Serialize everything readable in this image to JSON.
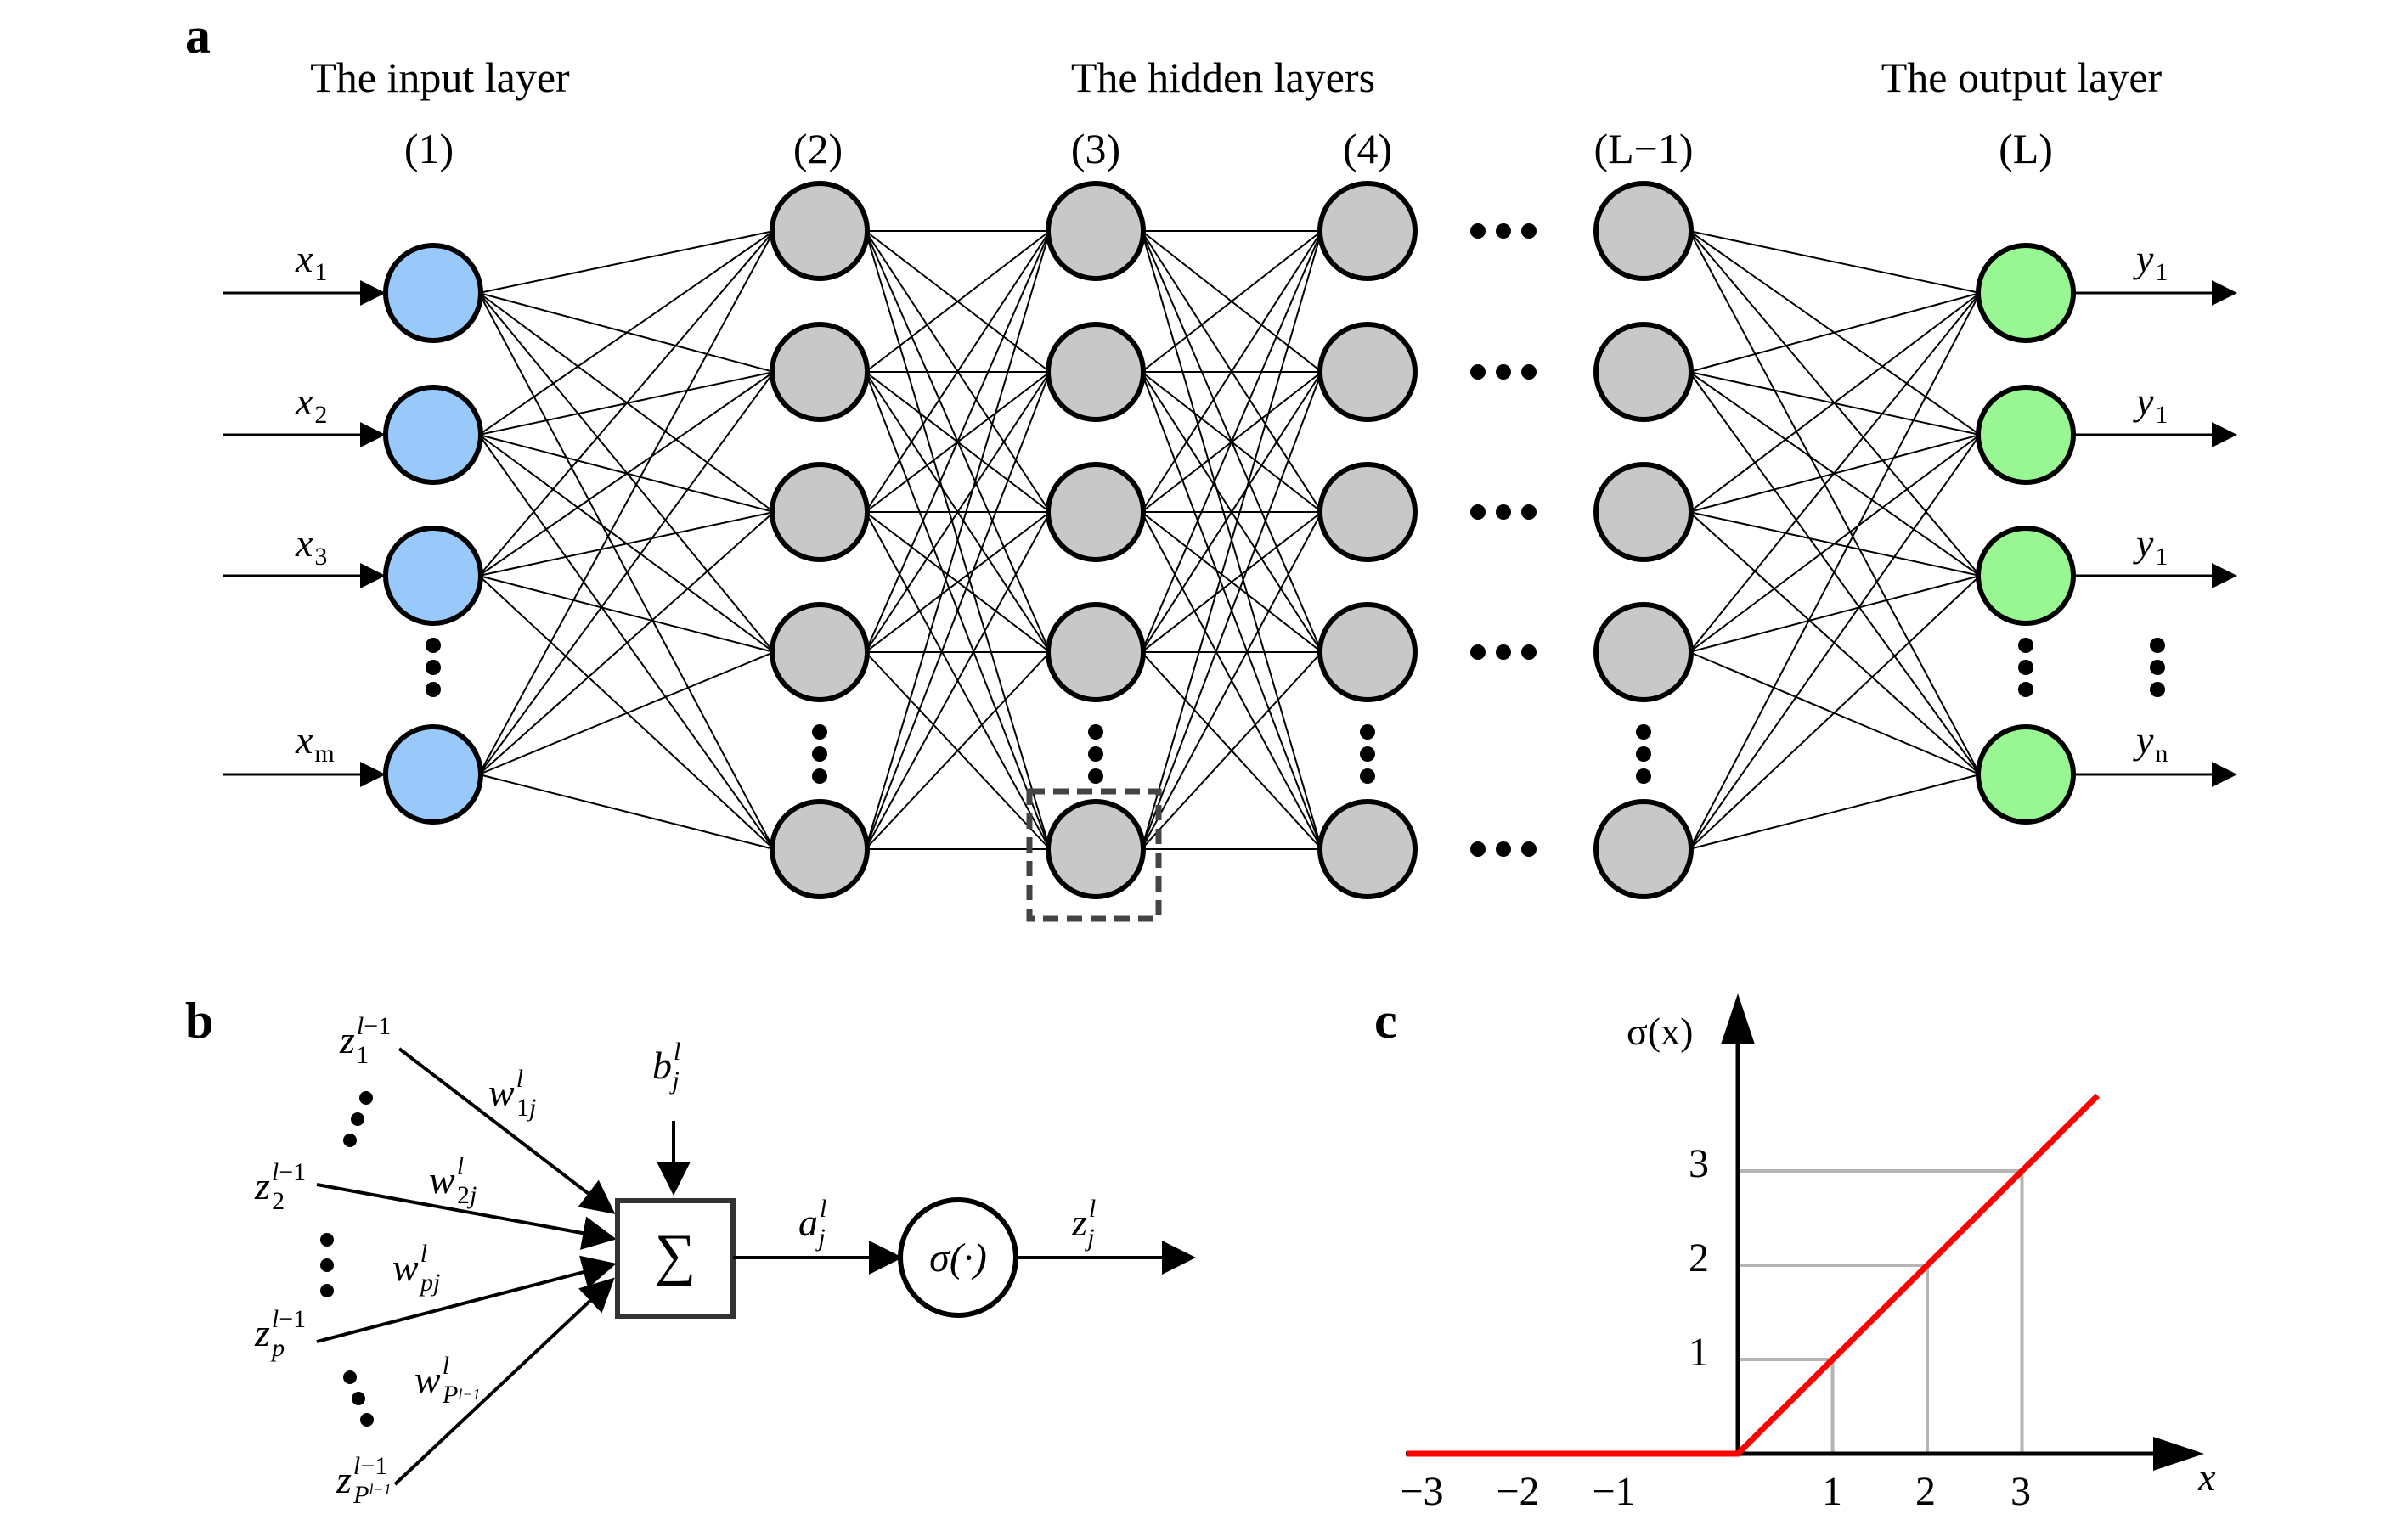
{
  "panel_a": {
    "letter": "a",
    "headings": {
      "input": "The input layer",
      "hidden": "The hidden layers",
      "output": "The output layer"
    },
    "layer_labels": [
      "(1)",
      "(2)",
      "(3)",
      "(4)",
      "(L−1)",
      "(L)"
    ],
    "inputs": [
      {
        "base": "x",
        "sub": "1"
      },
      {
        "base": "x",
        "sub": "2"
      },
      {
        "base": "x",
        "sub": "3"
      },
      {
        "base": "x",
        "sub": "m"
      }
    ],
    "outputs": [
      {
        "base": "y",
        "sub": "1"
      },
      {
        "base": "y",
        "sub": "1"
      },
      {
        "base": "y",
        "sub": "1"
      },
      {
        "base": "y",
        "sub": "n"
      }
    ],
    "colors": {
      "input_node": "#99c9fb",
      "hidden_node": "#c8c8c8",
      "output_node": "#99f793",
      "stroke": "#000000",
      "highlight_box": "#444444"
    }
  },
  "panel_b": {
    "letter": "b",
    "sum_symbol": "∑",
    "activation": "σ(·)",
    "colors": {
      "stroke": "#000000"
    }
  },
  "panel_c": {
    "letter": "c",
    "ylabel": "σ(x)",
    "xlabel": "x",
    "x_ticks": [
      "−3",
      "−2",
      "−1",
      "1",
      "2",
      "3"
    ],
    "y_ticks": [
      "1",
      "2",
      "3"
    ],
    "colors": {
      "curve": "#ff0000",
      "guide": "#b4b4b4"
    },
    "chart_data": {
      "type": "line",
      "x": [
        -3.5,
        0,
        3.8
      ],
      "series": [
        {
          "values": [
            0,
            0,
            3.8
          ]
        }
      ],
      "xlim": [
        -3.5,
        4.5
      ],
      "ylim": [
        0,
        4.5
      ],
      "guides": [
        1,
        2,
        3
      ]
    }
  }
}
